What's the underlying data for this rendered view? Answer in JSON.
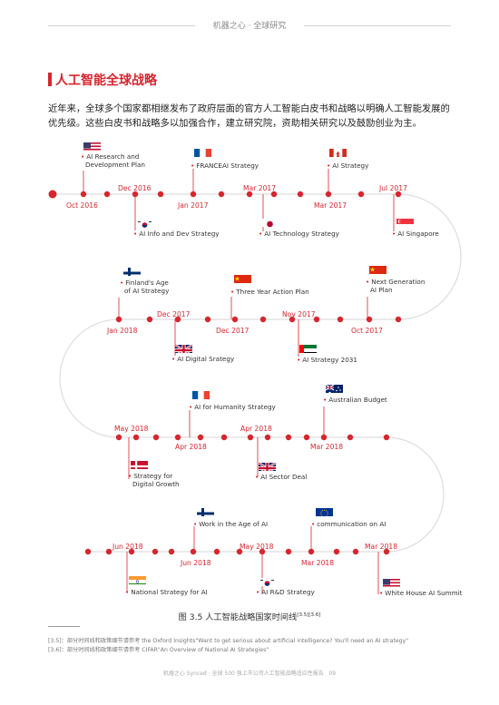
{
  "header": {
    "text": "机器之心 · 全球研究"
  },
  "section_title": "人工智能全球战略",
  "intro": "近年来，全球多个国家都相继发布了政府层面的官方人工智能白皮书和战略以明确人工智能发展的优先级。这些白皮书和战略多以加强合作，建立研究院，资助相关研究以及鼓励创业为主。",
  "dates": [
    "Oct 2016",
    "Dec 2016",
    "Jan 2017",
    "Mar 2017",
    "Mar 2017",
    "Jul 2017",
    "Jan 2018",
    "Dec 2017",
    "Dec 2017",
    "Nov 2017",
    "Oct 2017",
    "May 2018",
    "Apr 2018",
    "Apr 2018",
    "Mar 2018",
    "Jun 2018",
    "Jun 2018",
    "May 2018",
    "Mar 2018",
    "Mar 2018"
  ],
  "events": [
    {
      "label": "AI Research and\nDevelopment Plan",
      "flag": "us"
    },
    {
      "label": "AI Info and Dev Strategy",
      "flag": "kr"
    },
    {
      "label": "FRANCEAI Strategy",
      "flag": "fr"
    },
    {
      "label": "AI Technology Strategy",
      "flag": "jp"
    },
    {
      "label": "AI Strategy",
      "flag": "ca"
    },
    {
      "label": "AI Singapore",
      "flag": "sg"
    },
    {
      "label": "Finland's Age\nof AI Strategy",
      "flag": "fi"
    },
    {
      "label": "AI Digital Srategy",
      "flag": "uk"
    },
    {
      "label": "Three Year Action Plan",
      "flag": "cn"
    },
    {
      "label": "AI Strategy 2031",
      "flag": "ae"
    },
    {
      "label": "Next Generation\nAI Plan",
      "flag": "cn"
    },
    {
      "label": "AI for Humanity Strategy",
      "flag": "fr"
    },
    {
      "label": "Australian Budget",
      "flag": "au"
    },
    {
      "label": "Strategy for\nDigital Growth",
      "flag": "dk"
    },
    {
      "label": "AI Sector Deal",
      "flag": "uk"
    },
    {
      "label": "Work in the Age of AI",
      "flag": "fi"
    },
    {
      "label": "communication on AI",
      "flag": "eu"
    },
    {
      "label": "National Strategy for AI",
      "flag": "in"
    },
    {
      "label": "AI R&D Strategy",
      "flag": "kr"
    },
    {
      "label": "White House AI Summit",
      "flag": "us"
    }
  ],
  "caption": {
    "text": "图 3.5 人工智能战略国家时间线",
    "ref": "[3.5][3.6]"
  },
  "footnotes": [
    "[3.5]：部分时间线和政策细节请参考 the Oxford Insights\"Want to get serious about artificial intelligence? You'll need an AI strategy\"",
    "[3.6]：部分时间线和政策细节请参考 CIFAR\"An Overview of National AI Strategies\""
  ],
  "footer": {
    "text": "机器之心 Synced · 全球 500 强上市公司人工智能战略适应性报告",
    "page": "09"
  },
  "colors": {
    "accent": "#d7262d",
    "line": "#dddddd"
  }
}
